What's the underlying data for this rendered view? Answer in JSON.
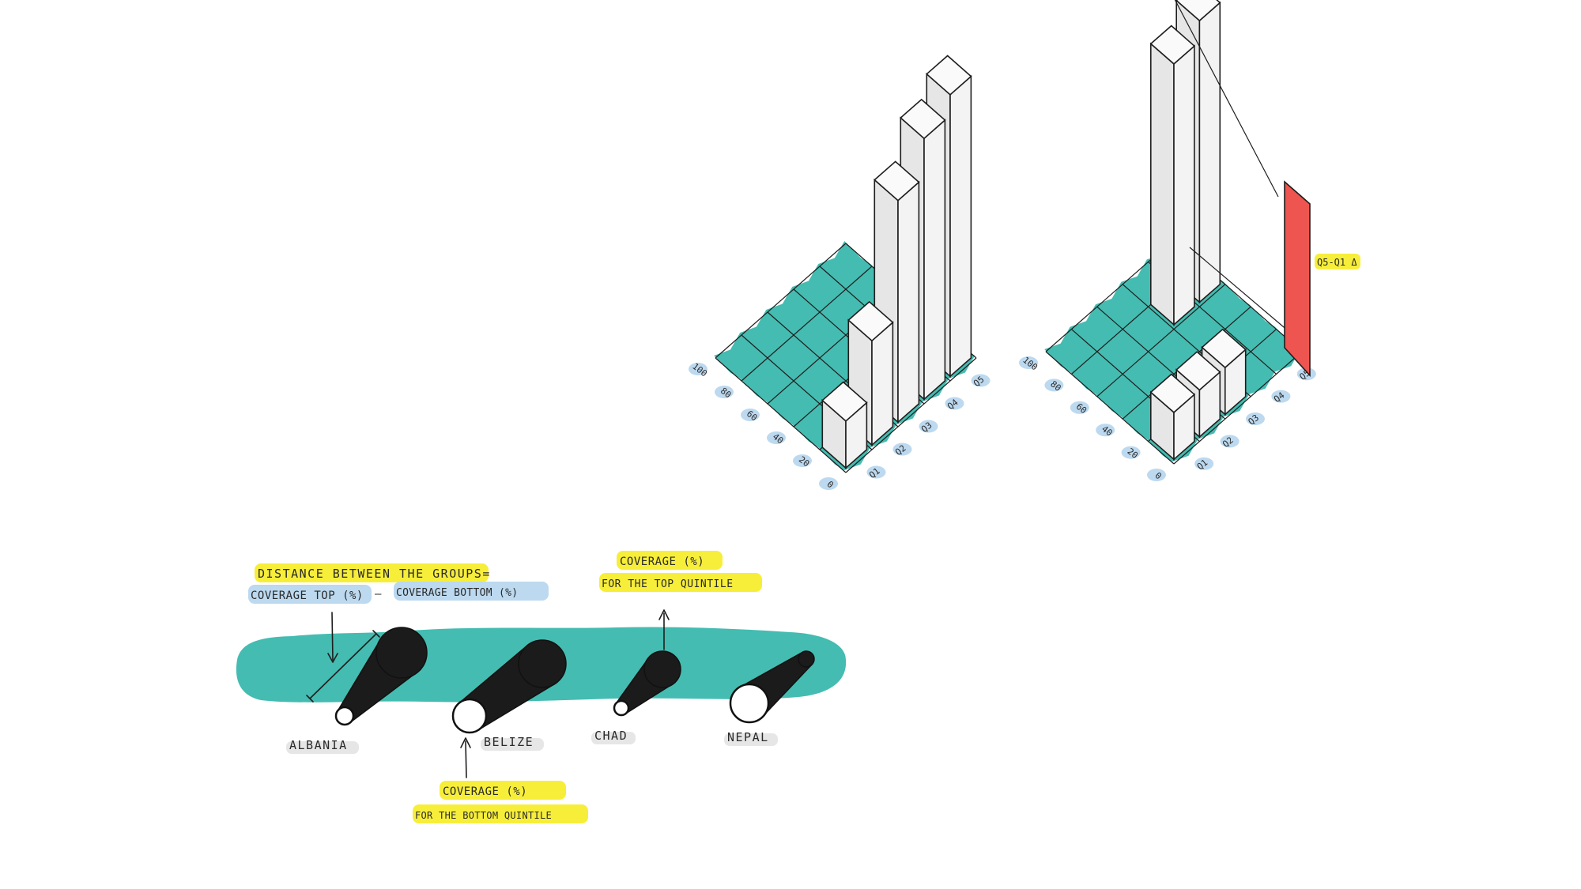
{
  "iso_charts": {
    "axis_ticks": [
      "100",
      "80",
      "60",
      "40",
      "20",
      "0"
    ],
    "quintiles": [
      "Q1",
      "Q2",
      "Q3",
      "Q4",
      "Q5"
    ],
    "left": {
      "bars": [
        {
          "quintile": "Q1",
          "coverage_pct": 18
        },
        {
          "quintile": "Q2",
          "coverage_pct": 40
        },
        {
          "quintile": "Q3",
          "coverage_pct": 85
        },
        {
          "quintile": "Q4",
          "coverage_pct": 100
        },
        {
          "quintile": "Q5",
          "coverage_pct": 108
        }
      ]
    },
    "right": {
      "bars": [
        {
          "quintile": "Q1",
          "coverage_pct": 18
        },
        {
          "quintile": "Q2",
          "coverage_pct": 18
        },
        {
          "quintile": "Q3",
          "coverage_pct": 18
        },
        {
          "quintile": "Q4",
          "coverage_pct": 100
        },
        {
          "quintile": "Q5",
          "coverage_pct": 108
        }
      ],
      "gap_label": "Q5-Q1 Δ",
      "gap_color": "#ee5550"
    }
  },
  "cone_legend": {
    "annotation_distance_title": "DISTANCE BETWEEN THE GROUPS=",
    "annotation_distance_formula_top": "COVERAGE TOP (%)",
    "annotation_distance_formula_dash": "—",
    "annotation_distance_formula_bottom": "COVERAGE BOTTOM (%)",
    "annotation_top_line1": "COVERAGE (%)",
    "annotation_top_line2": "FOR THE TOP QUINTILE",
    "annotation_bottom_line1": "COVERAGE (%)",
    "annotation_bottom_line2": "FOR THE BOTTOM QUINTILE",
    "countries": [
      {
        "name": "ALBANIA"
      },
      {
        "name": "BELIZE"
      },
      {
        "name": "CHAD"
      },
      {
        "name": "NEPAL"
      }
    ]
  },
  "colors": {
    "teal": "#44bcb1",
    "highlight_yellow": "#f7ee3a",
    "highlight_blue": "#bcd9ef",
    "cone_black": "#1b1b1b"
  }
}
